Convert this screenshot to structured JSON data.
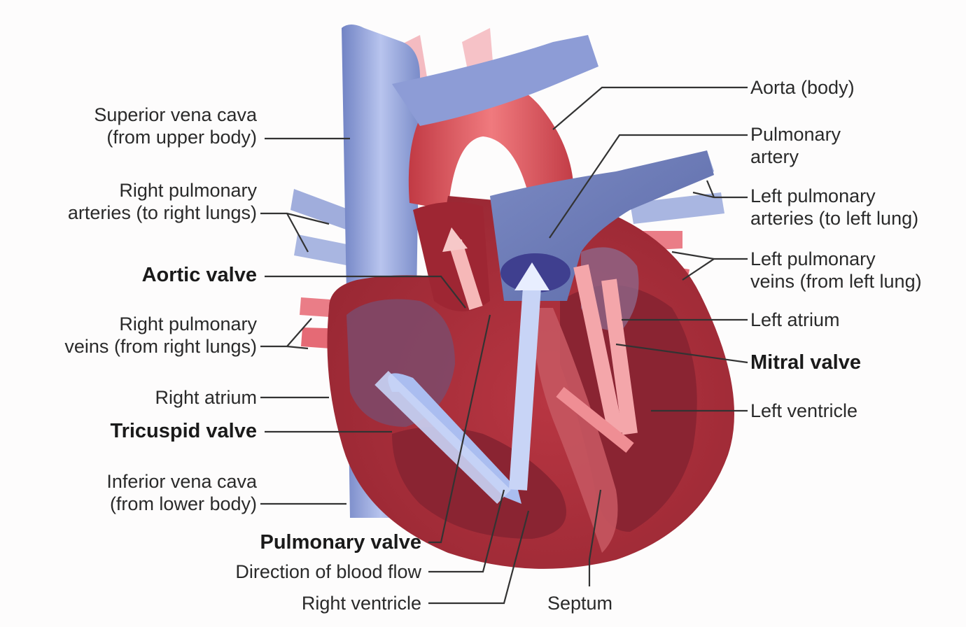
{
  "colors": {
    "oxygenated": "#c8404a",
    "oxygenated_light": "#f2a3a3",
    "deoxygenated": "#7f8fc8",
    "deoxygenated_light": "#b9c4ec",
    "wall": "#a9303c",
    "chamber": "#8e2430",
    "leader": "#333333",
    "text": "#2a2a2a"
  },
  "labels": {
    "superior_vena_cava": [
      "Superior vena cava",
      "(from upper body)"
    ],
    "right_pulmonary_arteries": [
      "Right pulmonary",
      "arteries (to right lungs)"
    ],
    "aortic_valve": [
      "Aortic valve"
    ],
    "right_pulmonary_veins": [
      "Right pulmonary",
      "veins (from right lungs)"
    ],
    "right_atrium": [
      "Right atrium"
    ],
    "tricuspid_valve": [
      "Tricuspid valve"
    ],
    "inferior_vena_cava": [
      "Inferior vena cava",
      "(from lower body)"
    ],
    "pulmonary_valve": [
      "Pulmonary valve"
    ],
    "direction_of_blood_flow": [
      "Direction of blood flow"
    ],
    "right_ventricle": [
      "Right ventricle"
    ],
    "septum": [
      "Septum"
    ],
    "aorta": [
      "Aorta (body)"
    ],
    "pulmonary_artery": [
      "Pulmonary",
      "artery"
    ],
    "left_pulmonary_arteries": [
      "Left pulmonary",
      "arteries (to left lung)"
    ],
    "left_pulmonary_veins": [
      "Left pulmonary",
      "veins (from left lung)"
    ],
    "left_atrium": [
      "Left atrium"
    ],
    "mitral_valve": [
      "Mitral valve"
    ],
    "left_ventricle": [
      "Left ventricle"
    ]
  }
}
